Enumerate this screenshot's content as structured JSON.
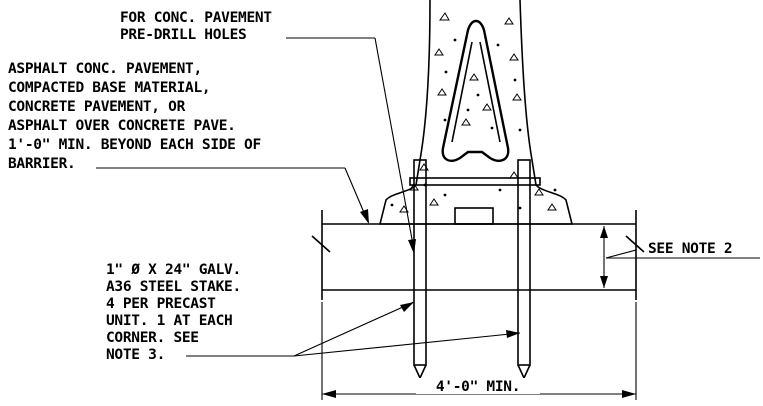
{
  "notes": {
    "predrill": [
      "FOR CONC. PAVEMENT",
      "PRE-DRILL HOLES"
    ],
    "pavement": [
      "ASPHALT CONC. PAVEMENT,",
      "COMPACTED BASE MATERIAL,",
      "CONCRETE PAVEMENT, OR",
      "ASPHALT OVER CONCRETE PAVE.",
      "1'-0\" MIN. BEYOND EACH SIDE OF",
      "BARRIER."
    ],
    "stake": [
      "1\" Ø X 24\" GALV.",
      "A36 STEEL STAKE.",
      "4 PER PRECAST",
      "UNIT. 1 AT EACH",
      "CORNER. SEE",
      "NOTE 3."
    ],
    "see_note": "SEE NOTE 2",
    "dimension": "4'-0\" MIN."
  }
}
